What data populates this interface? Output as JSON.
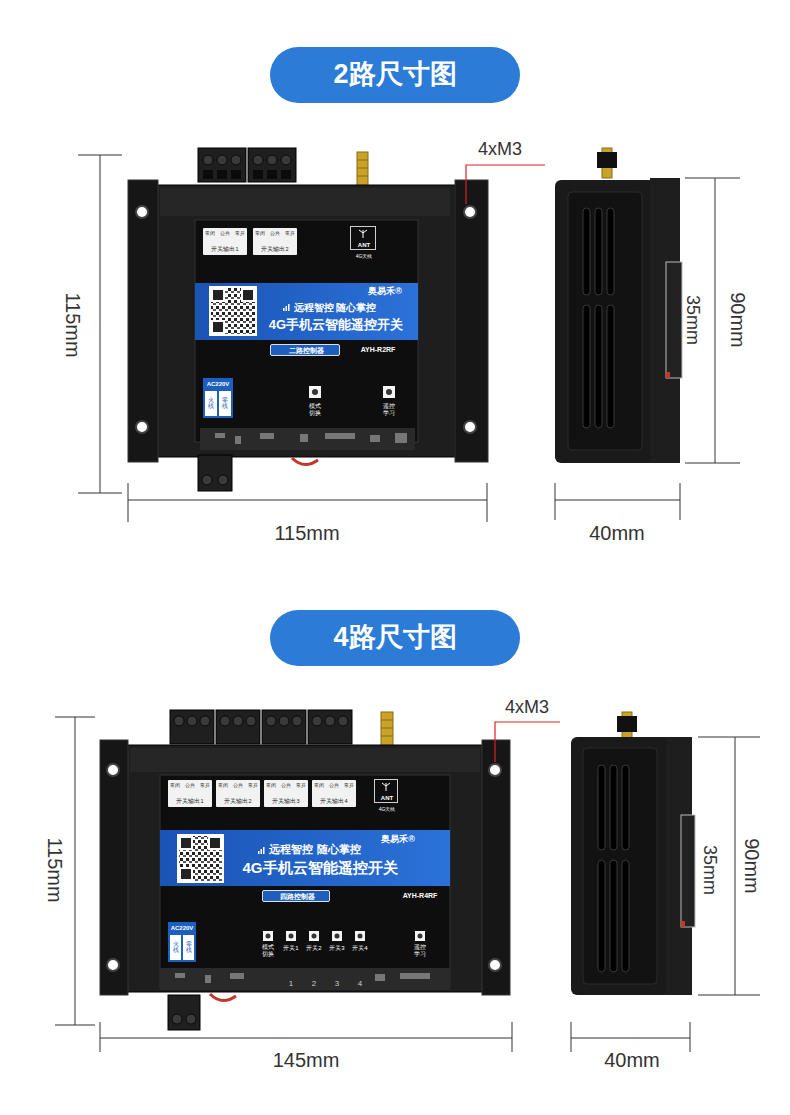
{
  "diagram": {
    "nodes": [
      {
        "text": [
          "2路尺寸图"
        ]
      },
      {
        "text": [
          "常闭",
          "公共",
          "常开",
          "开关输出1"
        ]
      },
      {
        "text": [
          "常闭",
          "公共",
          "常开",
          "开关输出2"
        ]
      },
      {
        "text": [
          "ANT",
          "4G天线"
        ]
      },
      {
        "text": [
          "奥易禾®",
          "远程智控 随心掌控",
          "4G手机云智能遥控开关"
        ]
      },
      {
        "text": [
          "二路控制器"
        ]
      },
      {
        "text": [
          "AC220V"
        ]
      },
      {
        "text": [
          "火线"
        ],
        "in": 6
      },
      {
        "text": [
          "零线"
        ],
        "in": 6
      },
      {
        "text": [
          "4路尺寸图"
        ]
      },
      {
        "text": [
          "常闭",
          "公共",
          "常开",
          "开关输出1"
        ]
      },
      {
        "text": [
          "常闭",
          "公共",
          "常开",
          "开关输出2"
        ]
      },
      {
        "text": [
          "常闭",
          "公共",
          "常开",
          "开关输出3"
        ]
      },
      {
        "text": [
          "常闭",
          "公共",
          "常开",
          "开关输出4"
        ]
      },
      {
        "text": [
          "ANT",
          "4G天线"
        ]
      },
      {
        "text": [
          "奥易禾®",
          "远程智控 随心掌控",
          "4G手机云智能遥控开关"
        ]
      },
      {
        "text": [
          "四路控制器"
        ]
      },
      {
        "text": [
          "AC220V"
        ]
      },
      {
        "text": [
          "火线"
        ],
        "in": 17
      },
      {
        "text": [
          "零线"
        ],
        "in": 17
      }
    ],
    "labels": [
      "4xM3",
      "115mm",
      "AYH-R2RF",
      "模式切换",
      "遥控学习",
      "35mm",
      "90mm",
      "115mm",
      "40mm",
      "4xM3",
      "115mm",
      "AYH-R4RF",
      "模式切换",
      "开关1",
      "开关2",
      "开关3",
      "开关4",
      "遥控学习",
      "1",
      "2",
      "3",
      "4",
      "35mm",
      "90mm",
      "145mm",
      "40mm"
    ]
  }
}
